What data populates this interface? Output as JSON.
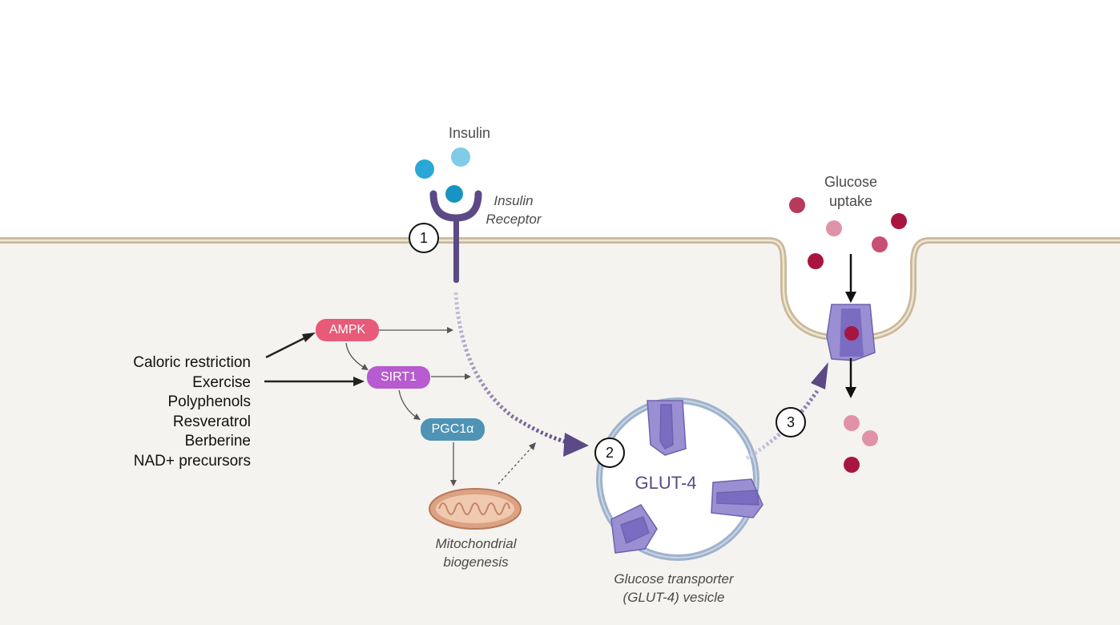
{
  "labels": {
    "insulin": "Insulin",
    "insulin_receptor_line1": "Insulin",
    "insulin_receptor_line2": "Receptor",
    "glucose_uptake_line1": "Glucose",
    "glucose_uptake_line2": "uptake",
    "glut4": "GLUT-4",
    "glut4_vesicle_line1": "Glucose transporter",
    "glut4_vesicle_line2": "(GLUT-4) vesicle",
    "mito_line1": "Mitochondrial",
    "mito_line2": "biogenesis"
  },
  "pills": {
    "ampk": "AMPK",
    "sirt1": "SIRT1",
    "pgc1a": "PGC1α"
  },
  "steps": [
    "1",
    "2",
    "3"
  ],
  "factors": [
    "Caloric restriction",
    "Exercise",
    "Polyphenols",
    "Resveratrol",
    "Berberine",
    "NAD+ precursors"
  ],
  "colors": {
    "membrane": "#c9b99a",
    "cytoplasm": "#f5f3ef",
    "receptor": "#5b4a86",
    "ampk": "#e85a79",
    "sirt1": "#b85ad0",
    "pgc1a": "#4f93b5",
    "transporter": "#9b8fd4",
    "glucose": "#b0244a",
    "insulin": "#2aa7d6"
  },
  "icons": {
    "receptor": "insulin-receptor-icon",
    "mitochondrion": "mitochondrion-icon",
    "transporter": "glut4-transporter-icon"
  }
}
